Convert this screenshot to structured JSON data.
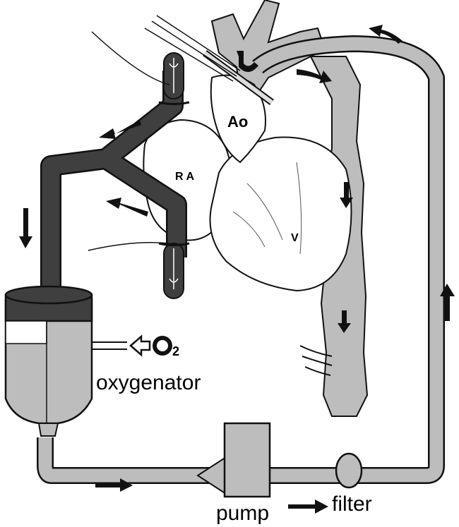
{
  "labels": {
    "aorta": "Ao",
    "right_atrium": "RA",
    "ventricle": "V",
    "oxygen_symbol": "O",
    "oxygen_subscript": "2",
    "oxygenator": "oxygenator",
    "pump": "pump",
    "filter": "filter"
  },
  "colors": {
    "venous_blood": "#3f3f3f",
    "arterial_blood": "#bdbdbd",
    "outline": "#111111",
    "background": "#ffffff"
  }
}
